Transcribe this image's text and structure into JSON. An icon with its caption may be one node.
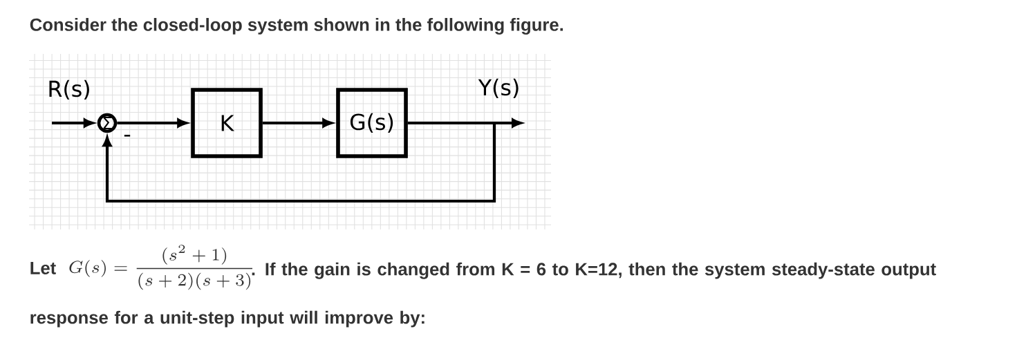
{
  "diagram": {
    "title": "Consider the closed-loop system shown in the following figure.",
    "nodes": [
      {
        "text": [
          "Σ"
        ]
      },
      {
        "text": [
          "K"
        ]
      },
      {
        "text": [
          "G(s)"
        ]
      }
    ],
    "edges": [
      {
        "from": null,
        "to": 0,
        "arrow": "to"
      },
      {
        "from": 0,
        "to": 1,
        "arrow": "to"
      },
      {
        "from": 1,
        "to": 2,
        "arrow": "to"
      },
      {
        "from": 2,
        "to": null,
        "arrow": "to"
      },
      {
        "from": 2,
        "to": 0,
        "arrow": "to"
      }
    ],
    "labels": [
      "R(s)",
      "Y(s)",
      "-",
      "Let",
      "G(s) = \\frac{(s^2+1)}{(s+2)(s+3)}",
      ". If the gain is changed from K = 6 to K=12, then the system steady-state output response for a unit-step input will improve by:"
    ]
  }
}
